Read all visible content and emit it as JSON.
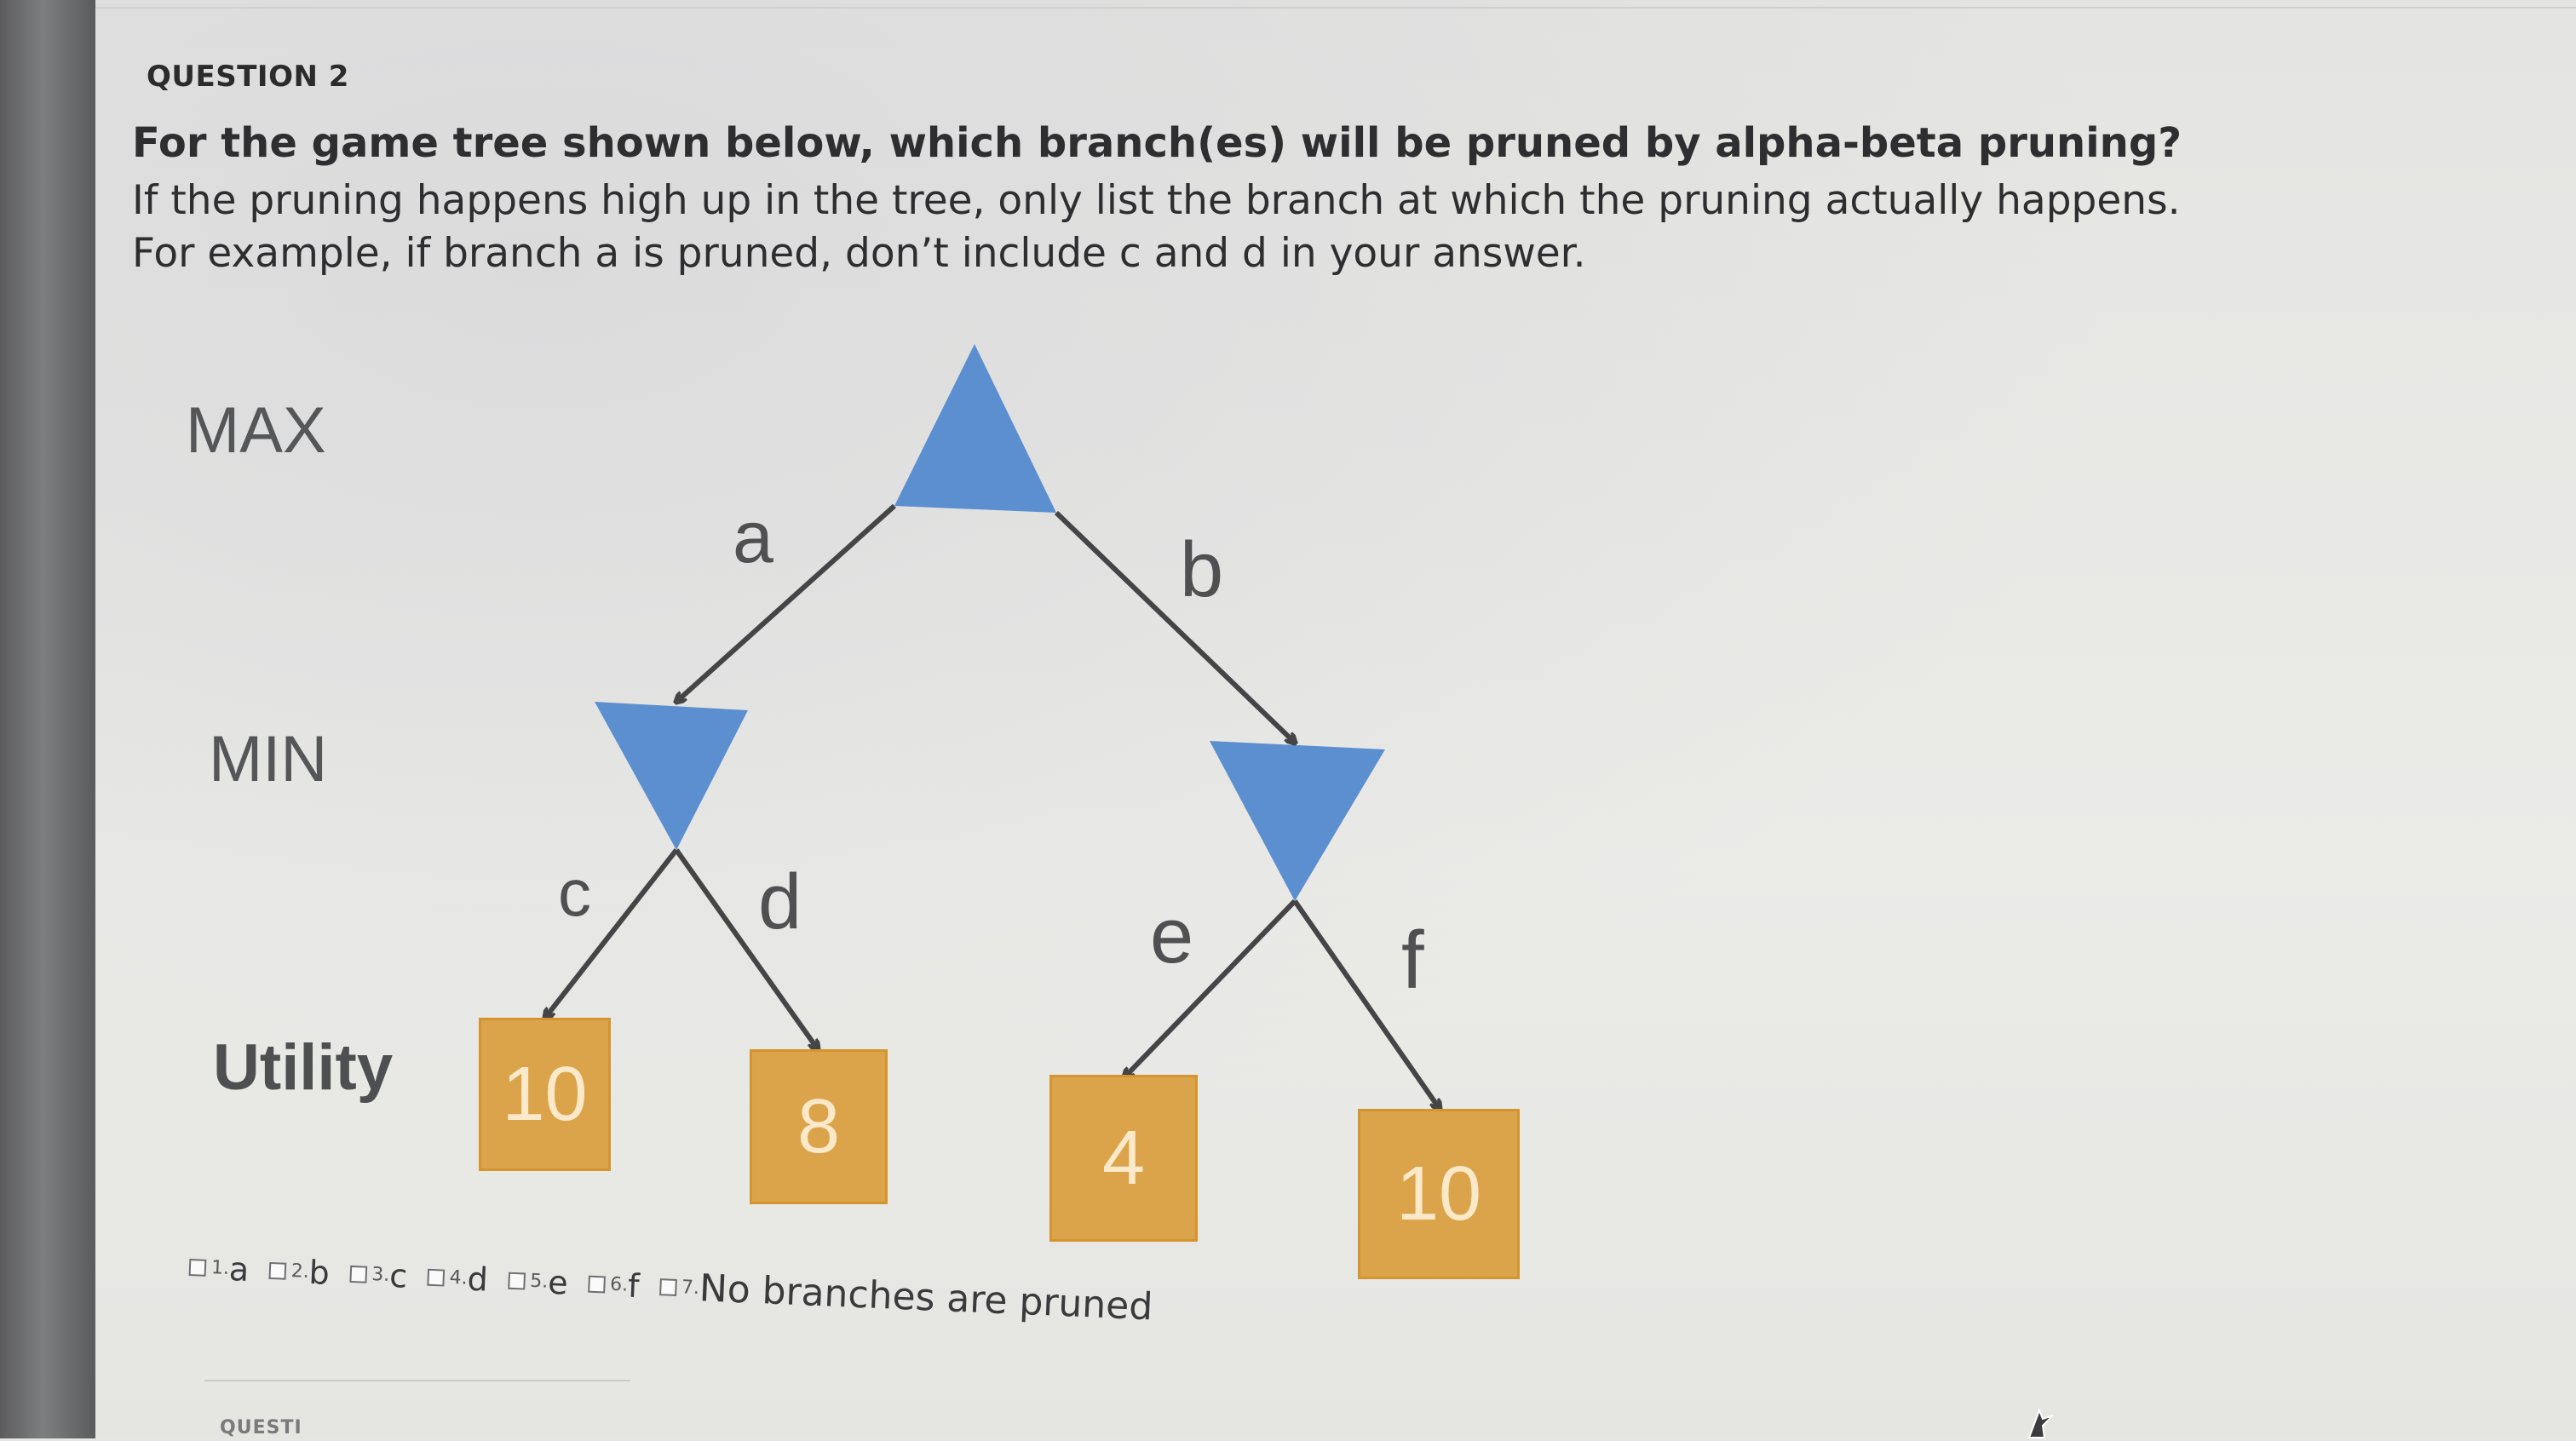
{
  "question": {
    "number": "QUESTION 2",
    "line1": "For the game tree shown below, which branch(es) will be pruned by alpha-beta pruning?",
    "line2": "If the pruning happens high up in the tree, only list the branch at which the pruning actually happens.",
    "line3": "For example, if branch a is pruned, don’t include c and d in your answer."
  },
  "tree": {
    "levels": [
      "MAX",
      "MIN",
      "Utility"
    ],
    "branch_labels": [
      "a",
      "b",
      "c",
      "d",
      "e",
      "f"
    ],
    "utilities": [
      "10",
      "8",
      "4",
      "10"
    ],
    "colors": {
      "node": "#5b8fd0",
      "utility_fill": "#dba44a",
      "arrow": "#454547"
    }
  },
  "answers": {
    "options": [
      {
        "num": "1.",
        "label": "a"
      },
      {
        "num": "2.",
        "label": "b"
      },
      {
        "num": "3.",
        "label": "c"
      },
      {
        "num": "4.",
        "label": "d"
      },
      {
        "num": "5.",
        "label": "e"
      },
      {
        "num": "6.",
        "label": "f"
      },
      {
        "num": "7.",
        "label": "No branches are pruned"
      }
    ]
  },
  "next_question_partial": "QUESTI"
}
